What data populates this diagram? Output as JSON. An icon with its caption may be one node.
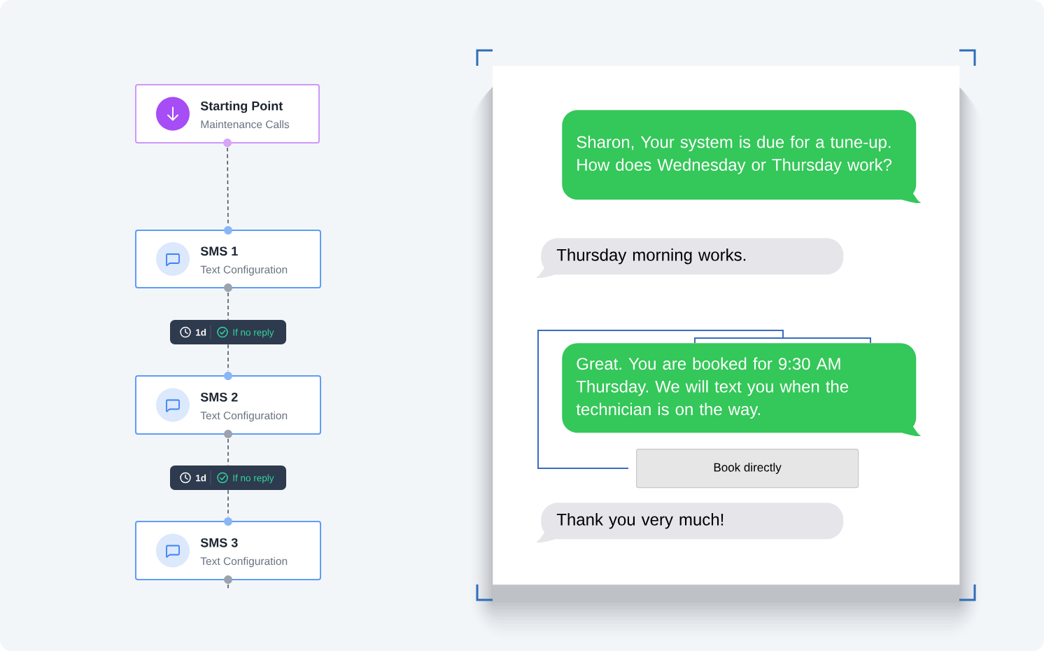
{
  "diagram": {
    "nodes": [
      {
        "text": [
          "Starting Point",
          "Maintenance Calls"
        ]
      },
      {
        "text": [
          "SMS 1",
          "Text Configuration"
        ]
      },
      {
        "text": [
          "1d",
          "If no reply"
        ]
      },
      {
        "text": [
          "SMS 2",
          "Text Configuration"
        ]
      },
      {
        "text": [
          "1d",
          "If no reply"
        ]
      },
      {
        "text": [
          "SMS 3",
          "Text Configuration"
        ]
      },
      {
        "text": [],
        "shape": "box"
      },
      {
        "text": [
          "Sharon, Your system is due for a tune-up. How does Wednesday or Thursday work?"
        ],
        "in": 6
      },
      {
        "text": [
          "Thursday morning works."
        ],
        "in": 6
      },
      {
        "text": [
          "Great. You are booked for 9:30 AM Thursday. We will text you when the technician is on the way."
        ],
        "in": 6
      },
      {
        "text": [
          "Book directly"
        ],
        "in": 6
      },
      {
        "text": [
          "Thank you very much!"
        ],
        "in": 6
      }
    ],
    "edges": [
      {
        "from": 0,
        "to": 1,
        "arrow": "none",
        "style": "dashed"
      },
      {
        "from": 1,
        "to": 2,
        "arrow": "none",
        "style": "dashed"
      },
      {
        "from": 2,
        "to": 3,
        "arrow": "none",
        "style": "dashed"
      },
      {
        "from": 3,
        "to": 4,
        "arrow": "none",
        "style": "dashed"
      },
      {
        "from": 4,
        "to": 5,
        "arrow": "none",
        "style": "dashed"
      },
      {
        "from": 5,
        "to": null,
        "arrow": "none",
        "style": "dashed"
      },
      {
        "from": 10,
        "to": 9,
        "arrow": "none",
        "color": "#3a6cc0"
      }
    ]
  }
}
